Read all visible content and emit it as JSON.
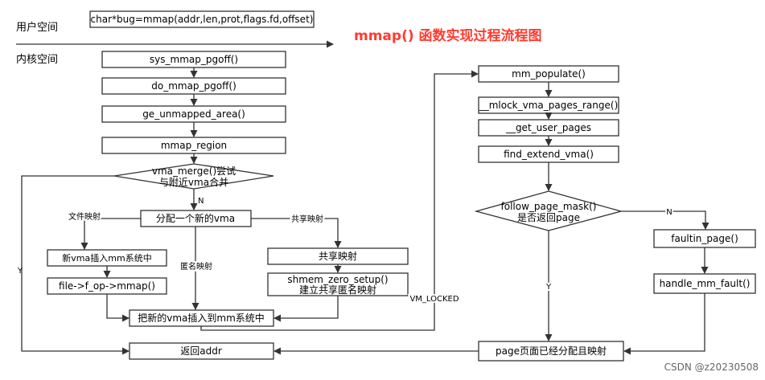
{
  "title": "mmap() 函数实现过程流程图",
  "regions": {
    "user": "用户空间",
    "kernel": "内核空间"
  },
  "nodes": {
    "call": "char*bug=mmap(addr,len,prot,flags.fd,offset)",
    "sys_mmap_pgoff": "sys_mmap_pgoff()",
    "do_mmap_pgoff": "do_mmap_pgoff()",
    "ge_unmapped_area": "ge_unmapped_area()",
    "mmap_region": "mmap_region",
    "vma_merge": [
      "vma_merge()尝试",
      "与附近vma合并"
    ],
    "alloc_vma": "分配一个新的vma",
    "insert_vma_mm": "新vma插入mm系统中",
    "f_op_mmap": "file->f_op->mmap()",
    "shared_map": "共享映射",
    "shmem": [
      "shmem_zero_setup()",
      "建立共享匿名映射"
    ],
    "insert_new_vma": "把新的vma插入到mm系统中",
    "return_addr": "返回addr",
    "mm_populate": "mm_populate()",
    "mlock_range": "__mlock_vma_pages_range()",
    "get_user_pages": "__get_user_pages",
    "find_extend_vma": "find_extend_vma()",
    "follow_page_mask": [
      "follow_page_mask()",
      "是否返回page"
    ],
    "faultin_page": "faultin_page()",
    "handle_mm_fault": "handle_mm_fault()",
    "page_mapped": "page页面已经分配且映射"
  },
  "edge_labels": {
    "merge_no": "N",
    "merge_yes": "Y",
    "file_map": "文件映射",
    "anon_map": "匿名映射",
    "shared_map": "共享映射",
    "vm_locked": "VM_LOCKED",
    "page_no": "N",
    "page_yes": "Y"
  },
  "watermark": "CSDN @z20230508"
}
